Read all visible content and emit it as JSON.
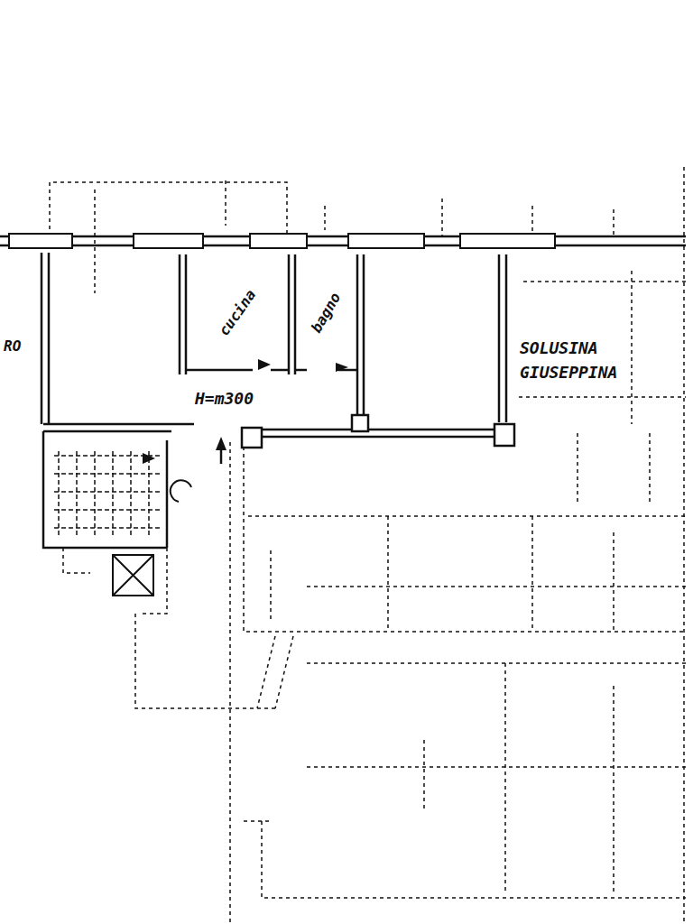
{
  "diagram": {
    "nodes": [
      {
        "text": [
          "cucina"
        ]
      },
      {
        "text": [
          "bagno"
        ]
      }
    ],
    "labels": [
      "RO",
      "H=m300",
      "SOLUSINA GIUSEPPINA"
    ]
  }
}
